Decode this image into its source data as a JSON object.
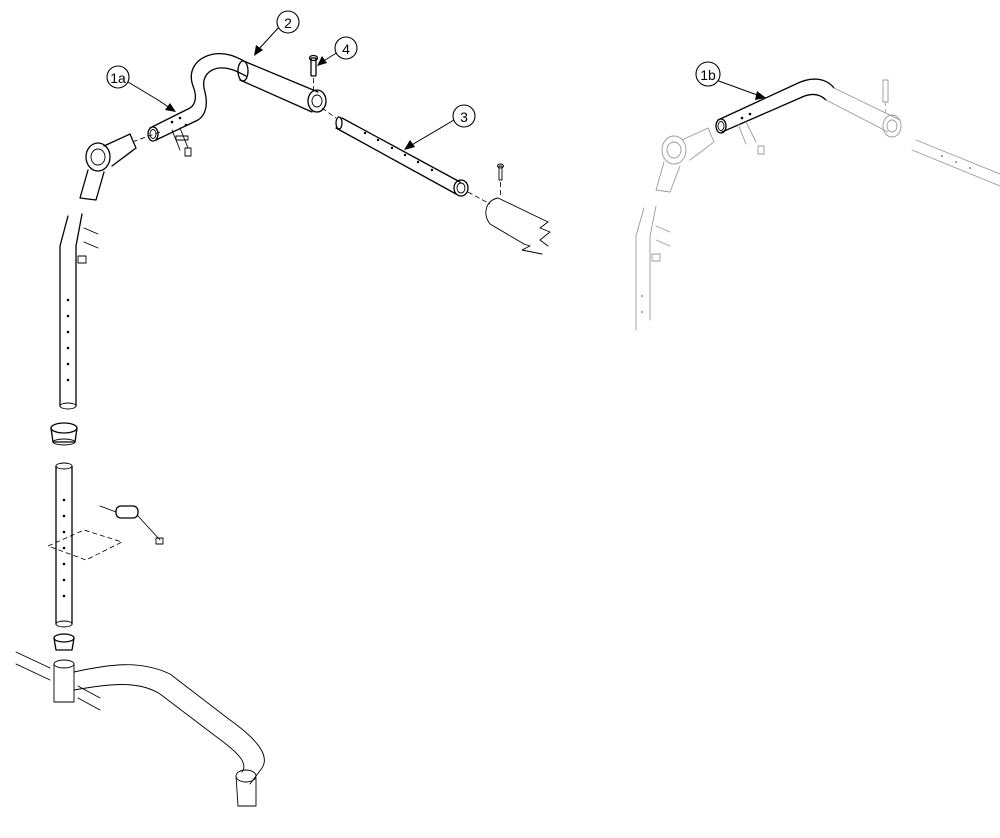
{
  "callouts": {
    "c1a": "1a",
    "c2": "2",
    "c3": "3",
    "c4": "4",
    "c1b": "1b"
  }
}
